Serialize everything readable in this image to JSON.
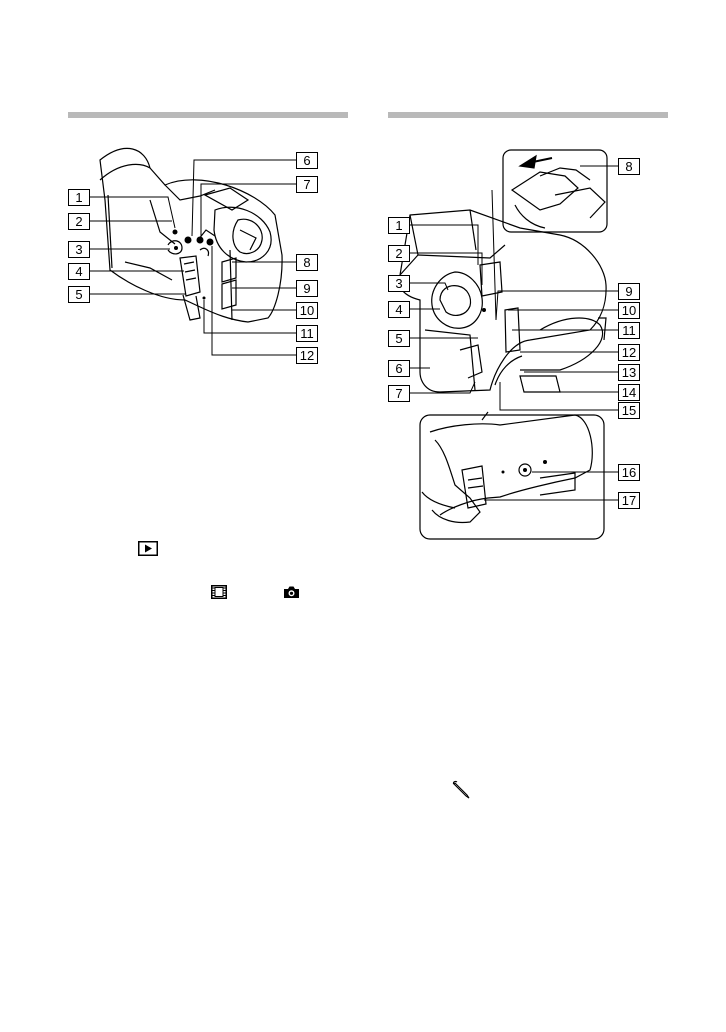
{
  "left_figure": {
    "callouts": [
      "1",
      "2",
      "3",
      "4",
      "5",
      "6",
      "7",
      "8",
      "9",
      "10",
      "11",
      "12"
    ]
  },
  "right_figure": {
    "callouts": [
      "1",
      "2",
      "3",
      "4",
      "5",
      "6",
      "7",
      "8",
      "9",
      "10",
      "11",
      "12",
      "13",
      "14",
      "15",
      "16",
      "17"
    ]
  },
  "icons": {
    "play": "play-icon",
    "movie": "movie-icon",
    "camera": "camera-icon",
    "pencil": "pencil-icon"
  }
}
